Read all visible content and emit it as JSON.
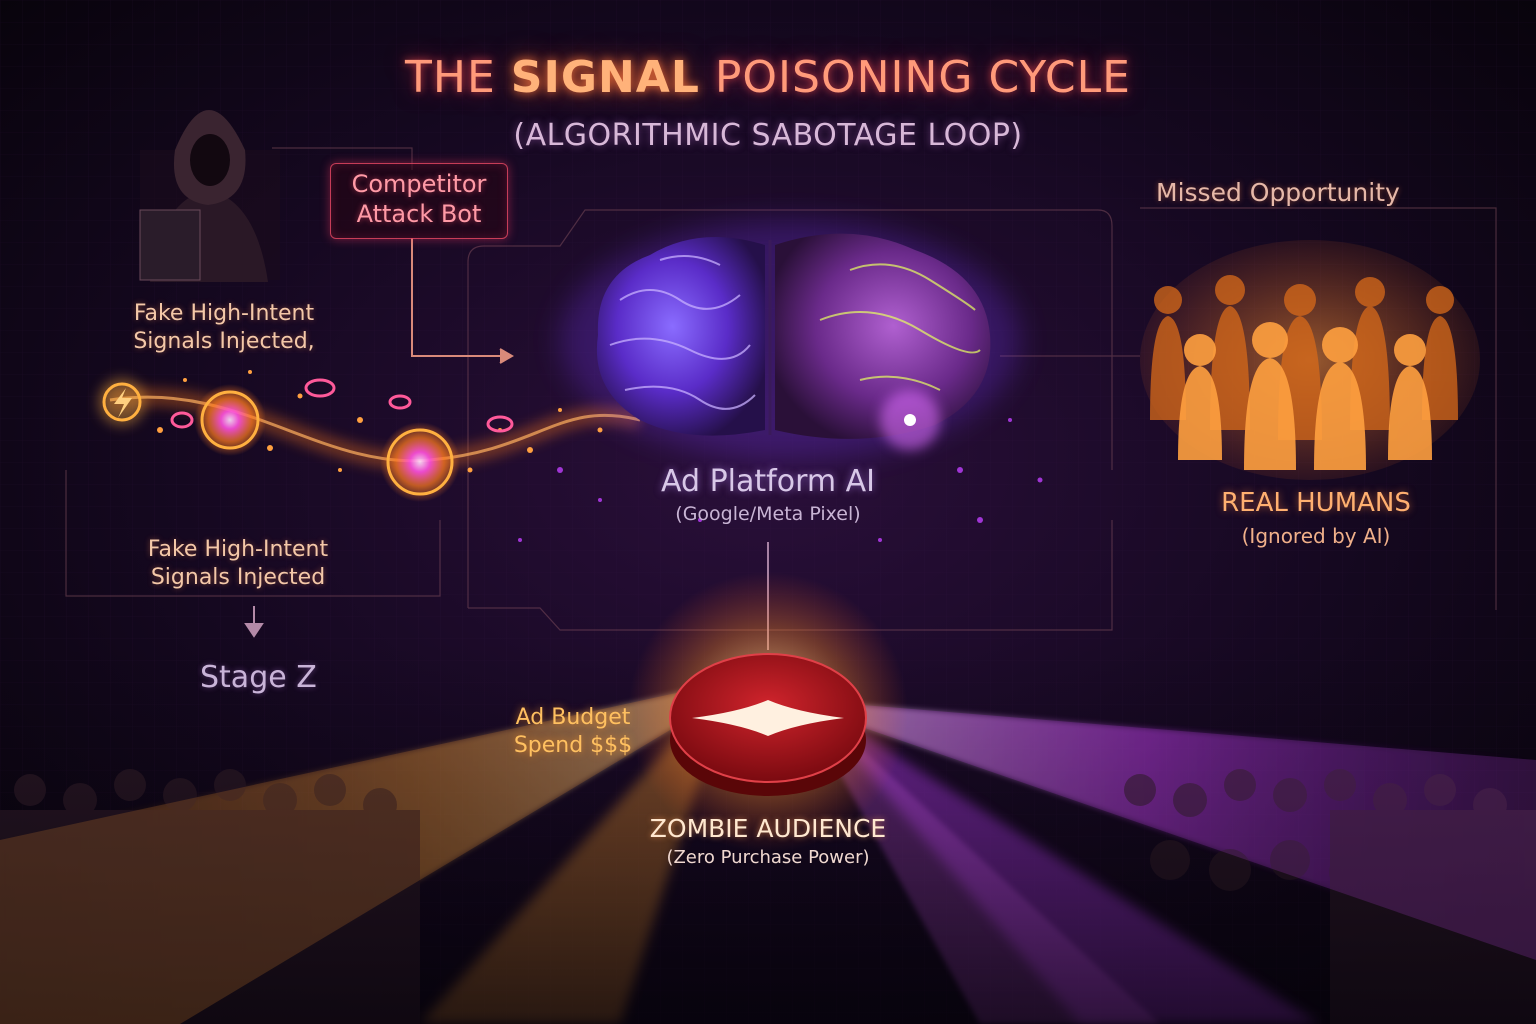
{
  "title": {
    "pre": "THE ",
    "highlight": "SIGNAL",
    "post": " POISONING CYCLE"
  },
  "subtitle": "(ALGORITHMIC SABOTAGE LOOP)",
  "attacker": {
    "box_line1": "Competitor",
    "box_line2": "Attack Bot",
    "signals_top_line1": "Fake High-Intent",
    "signals_top_line2": "Signals Injected,",
    "signals_bottom_line1": "Fake High-Intent",
    "signals_bottom_line2": "Signals Injected",
    "stage": "Stage Z"
  },
  "ai": {
    "name": "Ad Platform AI",
    "detail": "(Google/Meta Pixel)"
  },
  "budget": {
    "line1": "Ad Budget",
    "line2": "Spend $$$"
  },
  "zombie": {
    "name": "ZOMBIE AUDIENCE",
    "detail": "(Zero Purchase Power)"
  },
  "humans": {
    "missed": "Missed Opportunity",
    "name": "REAL HUMANS",
    "detail": "(Ignored by AI)"
  },
  "icons": [
    "hooded-hacker-icon",
    "brain-icon",
    "lightning-bolt-icon",
    "red-star-logo-icon"
  ],
  "colors": {
    "title": "#ff9a7a",
    "orange_glow": "#ff8a2a",
    "purple_glow": "#c040ff",
    "zombie_red": "#b3141c"
  }
}
